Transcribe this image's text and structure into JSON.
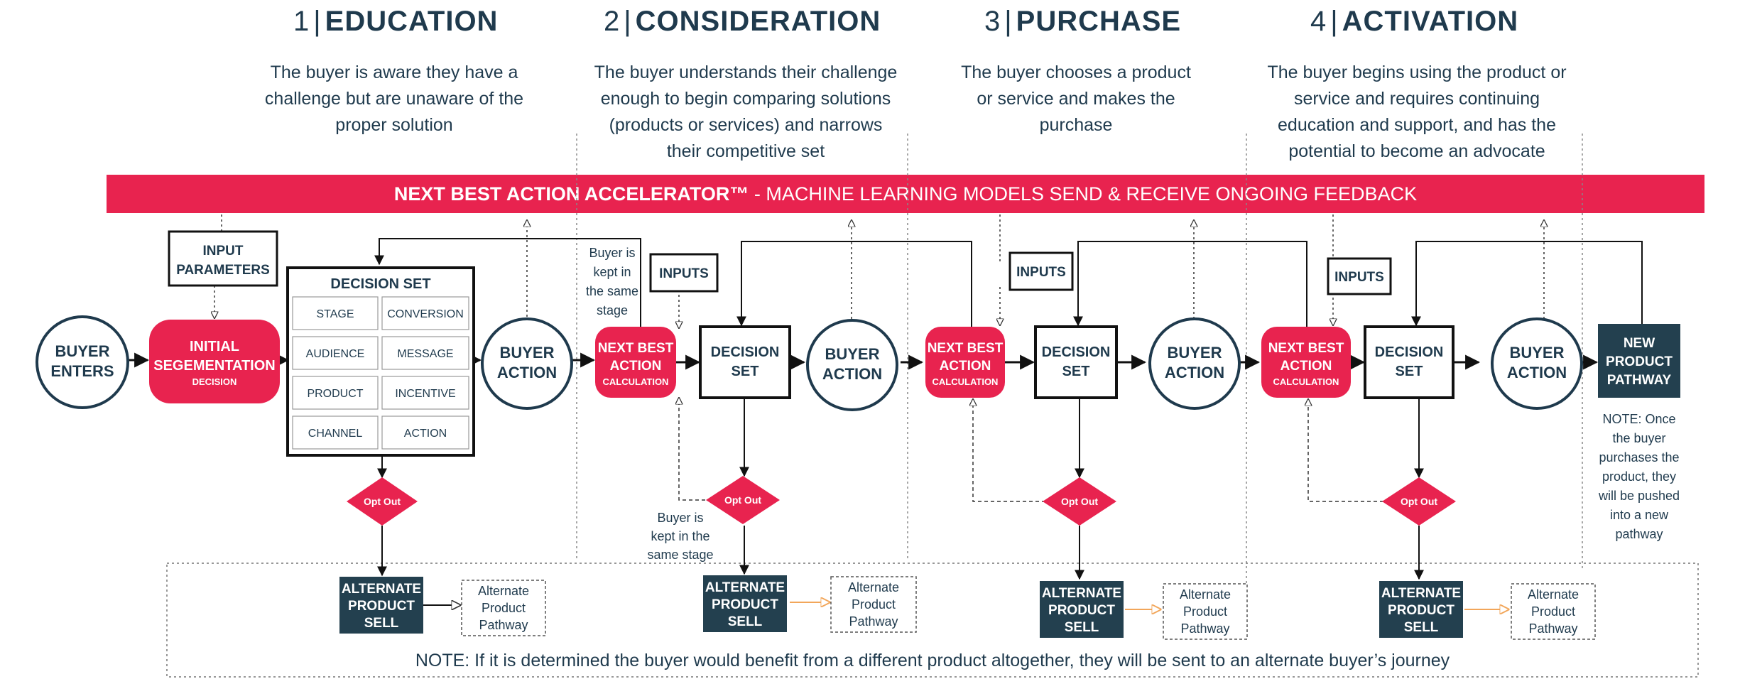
{
  "stages": [
    {
      "num": "1",
      "sep": "|",
      "name": "EDUCATION",
      "desc": [
        "The buyer is aware they have a",
        "challenge but are unaware of the",
        "proper solution"
      ]
    },
    {
      "num": "2",
      "sep": "|",
      "name": "CONSIDERATION",
      "desc": [
        "The buyer understands their challenge",
        "enough to begin comparing solutions",
        "(products or services) and narrows",
        "their competitive set"
      ]
    },
    {
      "num": "3",
      "sep": "|",
      "name": "PURCHASE",
      "desc": [
        "The buyer chooses a product",
        "or service and makes the",
        "purchase"
      ]
    },
    {
      "num": "4",
      "sep": "|",
      "name": "ACTIVATION",
      "desc": [
        "The buyer begins using the product or",
        "service and requires continuing",
        "education and support, and has the",
        "potential to become an advocate"
      ]
    }
  ],
  "banner": {
    "bold": "NEXT BEST ACTION ACCELERATOR™",
    "rest": " - MACHINE LEARNING MODELS SEND & RECEIVE ONGOING FEEDBACK"
  },
  "nodes": {
    "buyer_enters": [
      "BUYER",
      "ENTERS"
    ],
    "initial_seg": [
      "INITIAL",
      "SEGEMENTATION"
    ],
    "initial_seg_sub": "DECISION",
    "input_parameters": [
      "INPUT",
      "PARAMETERS"
    ],
    "decision_set_title": "DECISION SET",
    "decision_set_cells": [
      "STAGE",
      "CONVERSION",
      "AUDIENCE",
      "MESSAGE",
      "PRODUCT",
      "INCENTIVE",
      "CHANNEL",
      "ACTION"
    ],
    "buyer_action": [
      "BUYER",
      "ACTION"
    ],
    "inputs": "INPUTS",
    "nba": [
      "NEXT BEST",
      "ACTION"
    ],
    "nba_sub": "CALCULATION",
    "decision_set": [
      "DECISION",
      "SET"
    ],
    "opt_out": "Opt Out",
    "alt_sell": [
      "ALTERNATE",
      "PRODUCT",
      "SELL"
    ],
    "alt_pathway": [
      "Alternate",
      "Product",
      "Pathway"
    ],
    "new_pathway": [
      "NEW",
      "PRODUCT",
      "PATHWAY"
    ],
    "kept_same_stage_top": [
      "Buyer is",
      "kept in",
      "the same",
      "stage"
    ],
    "kept_same_stage_bottom": [
      "Buyer is",
      "kept in the",
      "same stage"
    ]
  },
  "notes": {
    "new_pathway_note": [
      "NOTE: Once",
      "the buyer",
      "purchases the",
      "product, they",
      "will be pushed",
      "into a new",
      "pathway"
    ],
    "bottom": "NOTE: If it is determined the buyer would benefit from a different product altogether, they will be sent to an alternate buyer’s journey"
  },
  "colors": {
    "navy": "#1f3a4d",
    "red": "#e8234f",
    "dark_box": "#23404f",
    "orange_arrow": "#f2a65a"
  }
}
